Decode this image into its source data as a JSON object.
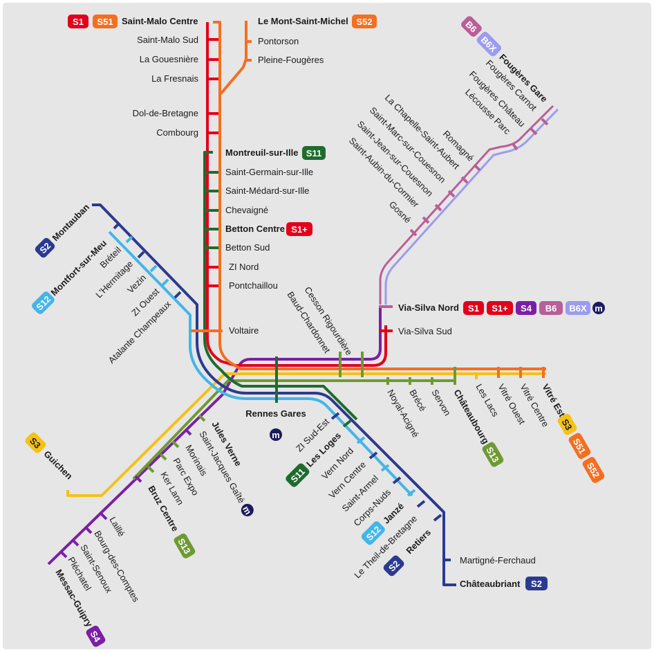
{
  "colors": {
    "S1": "#e2001a",
    "S51": "#f36f21",
    "S52": "#f36f21",
    "S11": "#1f6b2e",
    "S13": "#6e9a33",
    "S12": "#44b5e8",
    "S2": "#2b3a8f",
    "S3": "#f4c117",
    "S4": "#7a1fa6",
    "B6": "#b85f96",
    "B6X": "#9b9bef",
    "metro": "#1b1b5c"
  },
  "badges": {
    "S1": "S1",
    "S51": "S51",
    "S52": "S52",
    "S11": "S11",
    "S1plus": "S1+",
    "S2": "S2",
    "S12": "S12",
    "S3": "S3",
    "S4": "S4",
    "S13": "S13",
    "B6": "B6",
    "B6X": "B6X",
    "metro": "m"
  },
  "stations": {
    "saint_malo_centre": "Saint-Malo Centre",
    "saint_malo_sud": "Saint-Malo Sud",
    "la_gouesniere": "La Gouesnière",
    "la_fresnais": "La Fresnais",
    "dol": "Dol-de-Bretagne",
    "combourg": "Combourg",
    "mont_st_michel": "Le Mont-Saint-Michel",
    "pontorson": "Pontorson",
    "pleine_fougeres": "Pleine-Fougères",
    "montreuil": "Montreuil-sur-Ille",
    "st_germain": "Saint-Germain-sur-Ille",
    "st_medard": "Saint-Médard-sur-Ille",
    "chevaigne": "Chevaigné",
    "betton_centre": "Betton Centre",
    "betton_sud": "Betton Sud",
    "zi_nord": "ZI Nord",
    "pontchaillou": "Pontchaillou",
    "voltaire": "Voltaire",
    "montauban": "Montauban",
    "montfort": "Montfort-sur-Meu",
    "breteil": "Bréteil",
    "lhermitage": "L'Hermitage",
    "vezin": "Vezin",
    "zi_ouest": "ZI Ouest",
    "atalante": "Atalante Champeaux",
    "fougeres_gare": "Fougères Gare",
    "fougeres_carnot": "Fougères Carnot",
    "fougeres_chateau": "Fougères Château",
    "lecousse": "Lécousse Parc",
    "romagne": "Romagné",
    "chapelle": "La Chapelle-Saint-Aubert",
    "st_marc": "Saint-Marc-sur-Couesnon",
    "st_jean": "Saint-Jean-sur-Couesnon",
    "st_aubin": "Saint-Aubin-du-Cormier",
    "gosne": "Gosné",
    "via_silva_nord": "Via-Silva Nord",
    "via_silva_sud": "Via-Silva Sud",
    "cesson": "Cesson Rigourdière",
    "baud": "Baud-Chardonnet",
    "rennes_gares": "Rennes Gares",
    "noyal": "Noyal-Acigné",
    "brece": "Brécé",
    "servon": "Servon",
    "chateaubourg": "Châteaubourg",
    "les_lacs": "Les Lacs",
    "vitre_ouest": "Vitré Ouest",
    "vitre_centre": "Vitré Centre",
    "vitre_est": "Vitré Est",
    "zi_sud_est": "ZI Sud-Est",
    "les_loges": "Les Loges",
    "vern_nord": "Vern Nord",
    "vern_centre": "Vern Centre",
    "saint_armel": "Saint-Armel",
    "corps_nuds": "Corps-Nuds",
    "janze": "Janzé",
    "theil": "Le Theil-de-Bretagne",
    "retiers": "Retiers",
    "martigne": "Martigné-Ferchaud",
    "chateaubriant": "Châteaubriant",
    "jules_verne": "Jules Verne",
    "st_jacques": "Saint-Jacques Gaîté",
    "morinais": "Morinais",
    "parc_expo": "Parc Expo",
    "ker_lann": "Ker Lann",
    "bruz": "Bruz Centre",
    "guichen": "Guichen",
    "laille": "Laillé",
    "bourg": "Bourg-des-Comptes",
    "st_senoux": "Saint-Senoux",
    "plechatel": "Pléchatel",
    "messac": "Messac-Guipry"
  }
}
